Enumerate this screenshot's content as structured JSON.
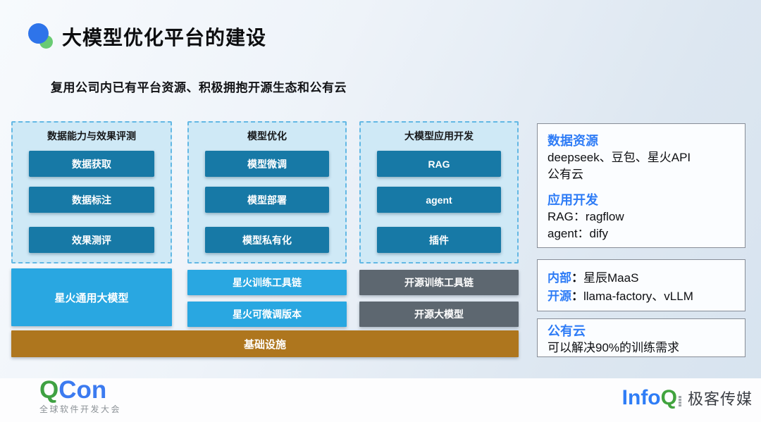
{
  "colors": {
    "box_teal": "#1779A6",
    "box_blue": "#29A7E1",
    "box_gray": "#5D6770",
    "box_brown": "#AE761E",
    "column_bg": "#CFE9F6",
    "column_border": "#63B8E4",
    "accent_text_blue": "#2E7CF6",
    "qcon_green": "#3FA142",
    "qcon_blue": "#3C7BF0",
    "infoq_blue": "#2F7DF6",
    "infoq_green": "#41A33E"
  },
  "header": {
    "logo_icon": "blue-green-dots-logo",
    "title": "大模型优化平台的建设",
    "subtitle": "复用公司内已有平台资源、积极拥抱开源生态和公有云"
  },
  "diagram": {
    "columns": [
      {
        "header": "数据能力与效果评测",
        "boxes": [
          "数据获取",
          "数据标注",
          "效果测评"
        ]
      },
      {
        "header": "模型优化",
        "boxes": [
          "模型微调",
          "模型部署",
          "模型私有化"
        ]
      },
      {
        "header": "大模型应用开发",
        "boxes": [
          "RAG",
          "agent",
          "插件"
        ]
      }
    ],
    "spark_model": "星火通用大模型",
    "spark_tools": [
      "星火训练工具链",
      "星火可微调版本"
    ],
    "open_source": [
      "开源训练工具链",
      "开源大模型"
    ],
    "infrastructure": "基础设施"
  },
  "notes": {
    "resources": {
      "sections": [
        {
          "heading": "数据资源",
          "lines": [
            "deepseek、豆包、星火API",
            "公有云"
          ]
        },
        {
          "heading": "应用开发",
          "lines": [
            "RAG：ragflow",
            "agent：dify"
          ]
        }
      ]
    },
    "tools": {
      "rows": [
        {
          "label": "内部",
          "sep": "：",
          "value": "星辰MaaS"
        },
        {
          "label": "开源",
          "sep": "：",
          "value": "llama-factory、vLLM"
        }
      ]
    },
    "cloud": {
      "heading": "公有云",
      "line": "可以解决90%的训练需求"
    }
  },
  "footer": {
    "qcon": {
      "q": "Q",
      "con": "Con",
      "tagline": "全球软件开发大会"
    },
    "infoq": {
      "info": "Info",
      "q": "Q",
      "brand": "极客传媒",
      "mark_icon": "tiny-vertical-text-mark"
    }
  }
}
